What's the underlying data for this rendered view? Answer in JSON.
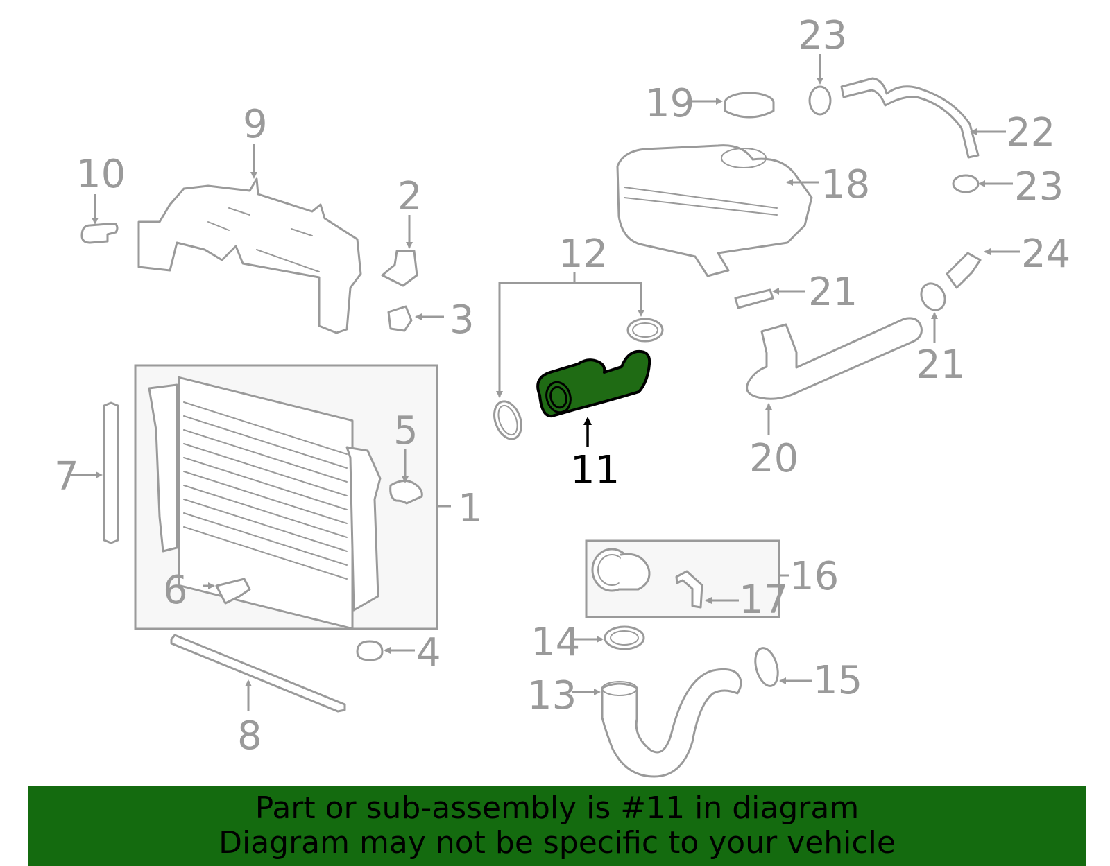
{
  "diagram": {
    "highlight_color": "#1f6b14",
    "line_color": "#9a9a9a",
    "callouts": {
      "c1": "1",
      "c2": "2",
      "c3": "3",
      "c4": "4",
      "c5": "5",
      "c6": "6",
      "c7": "7",
      "c8": "8",
      "c9": "9",
      "c10": "10",
      "c11": "11",
      "c12": "12",
      "c13": "13",
      "c14": "14",
      "c15": "15",
      "c16": "16",
      "c17": "17",
      "c18": "18",
      "c19": "19",
      "c20": "20",
      "c21a": "21",
      "c21b": "21",
      "c22": "22",
      "c23a": "23",
      "c23b": "23",
      "c24": "24"
    },
    "highlighted_part": "11"
  },
  "banner": {
    "background": "#146b0f",
    "line1": "Part or sub-assembly is #11 in diagram",
    "line2": "Diagram may not be specific to your vehicle"
  }
}
